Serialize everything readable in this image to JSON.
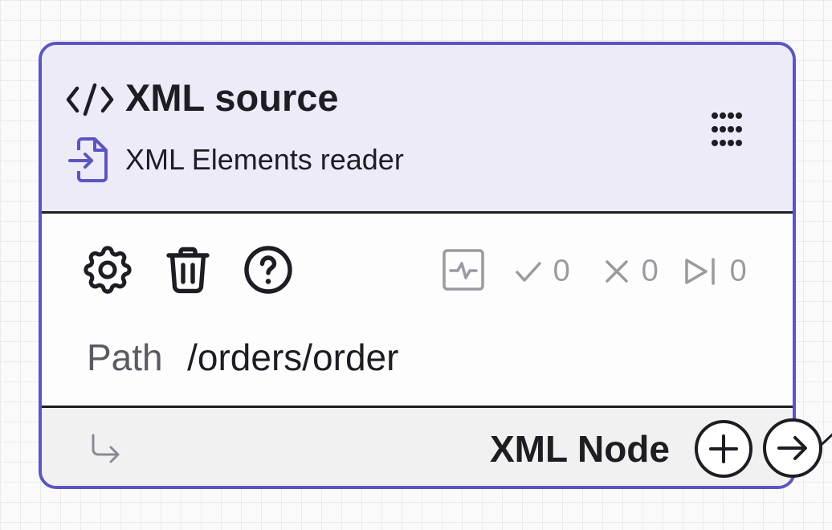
{
  "node": {
    "title": "XML source",
    "subtitle": "XML Elements reader",
    "accent_color": "#5b55c3",
    "header_color": "#edebf8",
    "icons": {
      "title": "code-icon",
      "subtitle": "file-import-icon",
      "drag": "grip-dots-icon"
    }
  },
  "toolbar": {
    "settings_icon": "gear-icon",
    "delete_icon": "trash-icon",
    "help_icon": "question-circle-icon",
    "monitor_icon": "activity-monitor-icon",
    "stats": {
      "success_count": "0",
      "error_count": "0",
      "skipped_count": "0"
    }
  },
  "properties": {
    "path_label": "Path",
    "path_value": "/orders/order"
  },
  "footer": {
    "output_label": "XML Node",
    "output_icon": "return-arrow-icon",
    "add_icon": "plus-circle-icon",
    "port_icon": "arrow-right-circle-icon"
  }
}
